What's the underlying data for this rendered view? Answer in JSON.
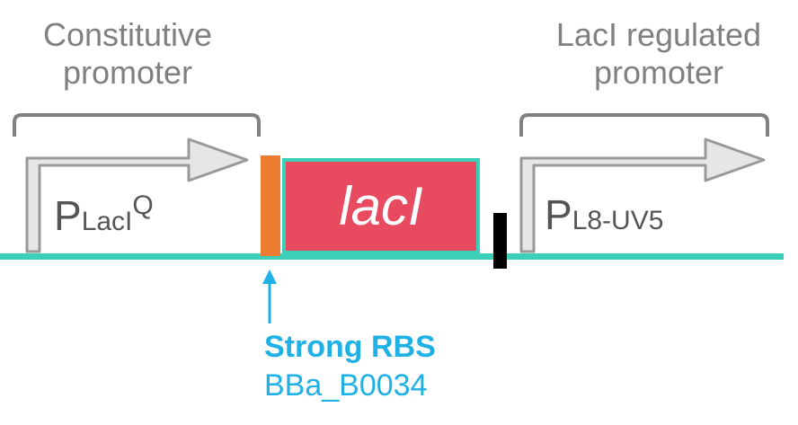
{
  "promoter_constitutive": {
    "bracket_label": "Constitutive promoter",
    "label_line1": "Constitutive",
    "label_line2": "promoter",
    "name_main": "P",
    "name_sub": "LacI",
    "name_sup": "Q"
  },
  "promoter_regulated": {
    "bracket_label": "LacI regulated promoter",
    "label_line1": "LacI regulated",
    "label_line2": "promoter",
    "name_main": "P",
    "name_sub": "L8-UV5"
  },
  "gene": {
    "label": "lacI"
  },
  "rbs": {
    "title": "Strong RBS",
    "id": "BBa_B0034"
  },
  "colors": {
    "backbone": "#3ccfb8",
    "gene_fill": "#e84a5f",
    "rbs": "#ef7d31",
    "terminator": "#000000",
    "label_gray": "#808080",
    "promoter_arrow_fill": "#e6e6e6",
    "promoter_arrow_stroke": "#999999",
    "rbs_text": "#1fb1e6"
  }
}
